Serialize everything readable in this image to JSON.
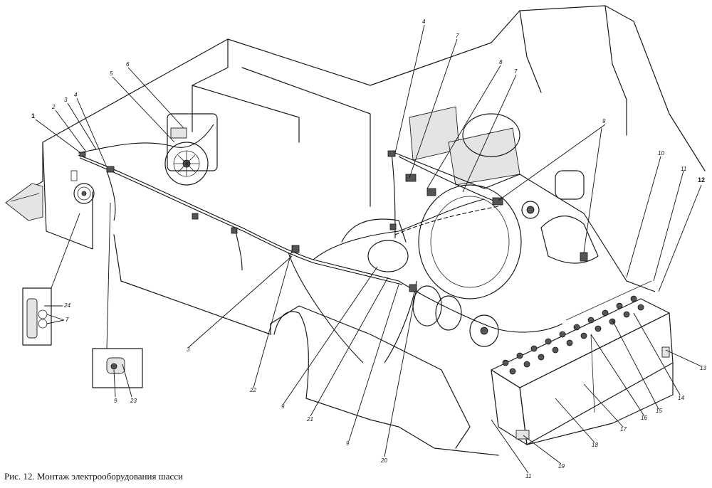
{
  "caption": "Рис. 12. Монтаж электрооборудования шасси",
  "callouts": {
    "c1": "1",
    "c2": "2",
    "c3": "3",
    "c4": "4",
    "c5": "5",
    "c6": "6",
    "c4b": "4",
    "c7a": "7",
    "c8": "8",
    "c7b": "7",
    "c9a": "9",
    "c10": "10",
    "c11a": "11",
    "c12": "12",
    "c13": "13",
    "c14": "14",
    "c15": "15",
    "c16": "16",
    "c17": "17",
    "c18": "18",
    "c19": "19",
    "c11b": "11",
    "c20": "20",
    "c9b": "9",
    "c21": "21",
    "c9c": "9",
    "c22": "22",
    "c3b": "3",
    "c24": "24",
    "c7c": "7",
    "c9d": "9",
    "c23": "23"
  }
}
